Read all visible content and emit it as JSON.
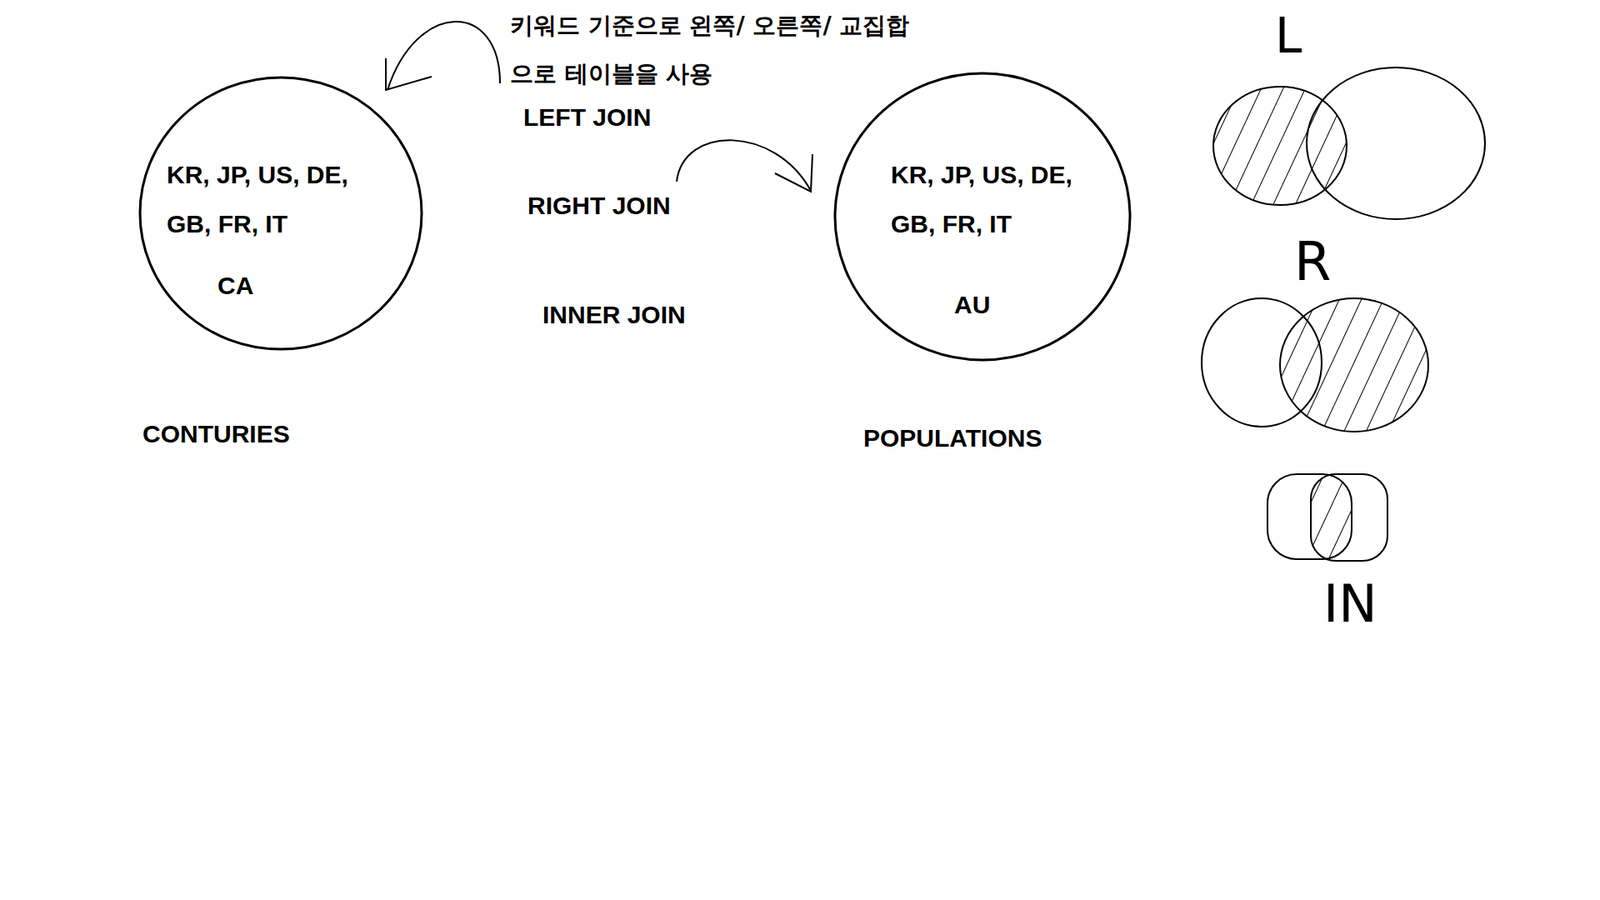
{
  "diagram": {
    "nodes": [
      {
        "text": [
          "CONTURIES",
          "KR, JP, US, DE, GB, FR, IT",
          "CA"
        ]
      },
      {
        "text": [
          "POPULATIONS",
          "KR, JP, US, DE, GB, FR, IT",
          "AU"
        ]
      }
    ],
    "labels": [
      "키워드 기준으로 왼쪽/ 오른쪽/ 교집합으로 테이블을 사용",
      "LEFT JOIN",
      "RIGHT JOIN",
      "INNER JOIN",
      "L",
      "R",
      "IN"
    ]
  }
}
